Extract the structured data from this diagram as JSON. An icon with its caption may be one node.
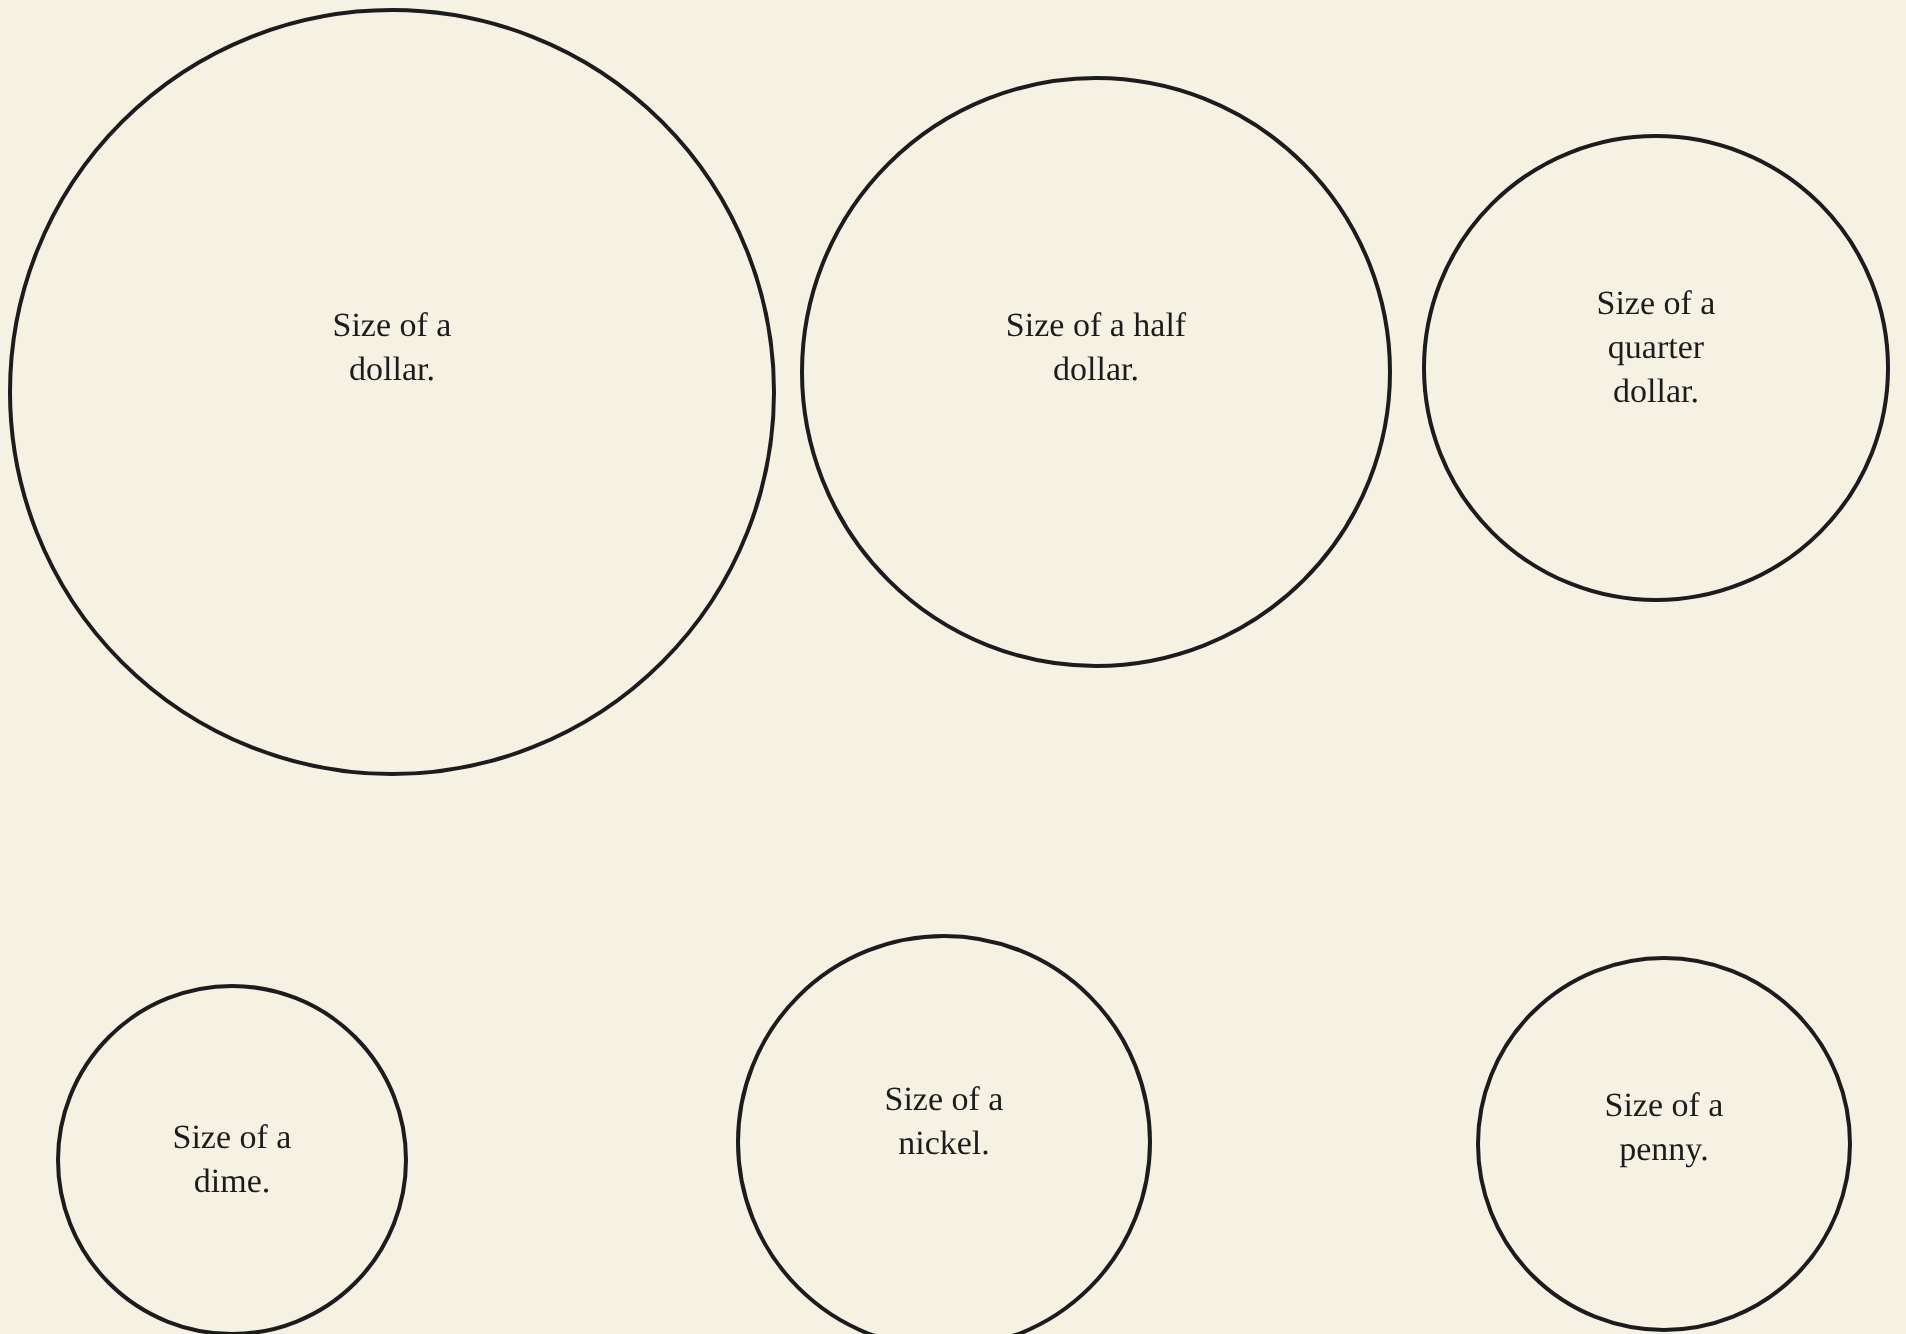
{
  "diagram": {
    "nodes": [
      {
        "text": [
          "Size of a dollar."
        ]
      },
      {
        "text": [
          "Size of a half dollar."
        ]
      },
      {
        "text": [
          "Size of a quarter dollar."
        ]
      },
      {
        "text": [
          "Size of a dime."
        ]
      },
      {
        "text": [
          "Size of a nickel."
        ]
      },
      {
        "text": [
          "Size of a penny."
        ]
      }
    ]
  }
}
